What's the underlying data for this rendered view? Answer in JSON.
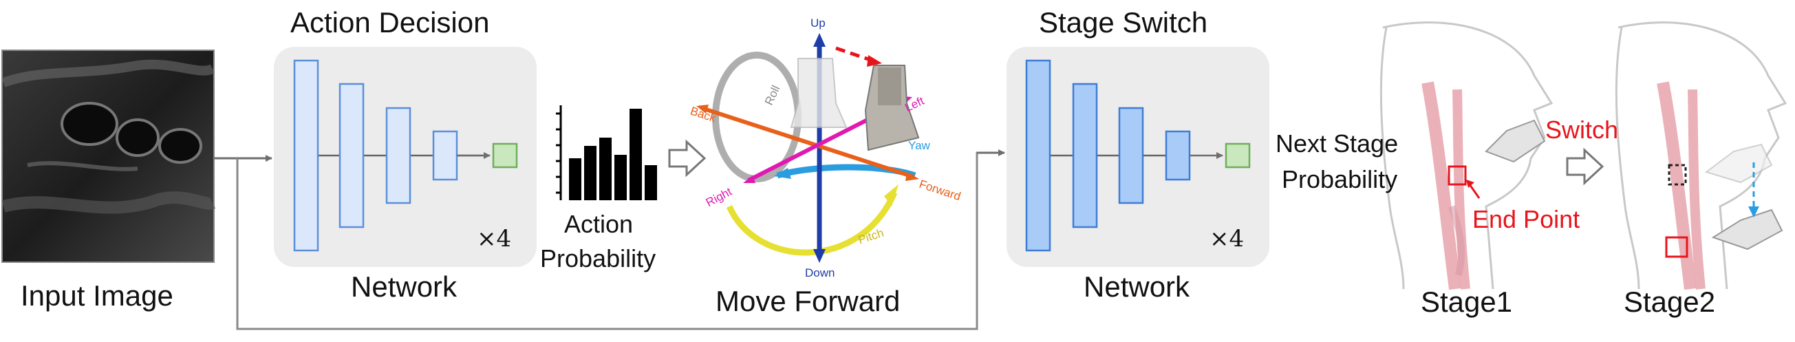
{
  "input": {
    "caption": "Input Image"
  },
  "action_network": {
    "title": "Action Decision",
    "caption": "Network",
    "multiplier": "×4"
  },
  "action_probability": {
    "label_line1": "Action",
    "label_line2": "Probability"
  },
  "move": {
    "caption": "Move Forward",
    "axes": {
      "up": "Up",
      "down": "Down",
      "left": "Left",
      "right": "Right",
      "forward": "Forward",
      "back": "Back",
      "roll": "Roll",
      "yaw": "Yaw",
      "pitch": "Pitch"
    }
  },
  "stage_network": {
    "title": "Stage Switch",
    "caption": "Network",
    "multiplier": "×4"
  },
  "next_stage": {
    "line1": "Next Stage",
    "line2": "Probability"
  },
  "stages": {
    "stage1": "Stage1",
    "stage2": "Stage2",
    "end_point": "End Point",
    "switch": "Switch"
  },
  "colors": {
    "light_blue": "#dbe8fb",
    "mid_blue": "#a8cbf7",
    "box_bg": "#ececec",
    "green": "#c9e8be",
    "red": "#e8141c",
    "orange": "#e8601a",
    "magenta": "#de1ab0",
    "yaw_blue": "#2a9ce0",
    "pitch_yellow": "#e6e033"
  }
}
